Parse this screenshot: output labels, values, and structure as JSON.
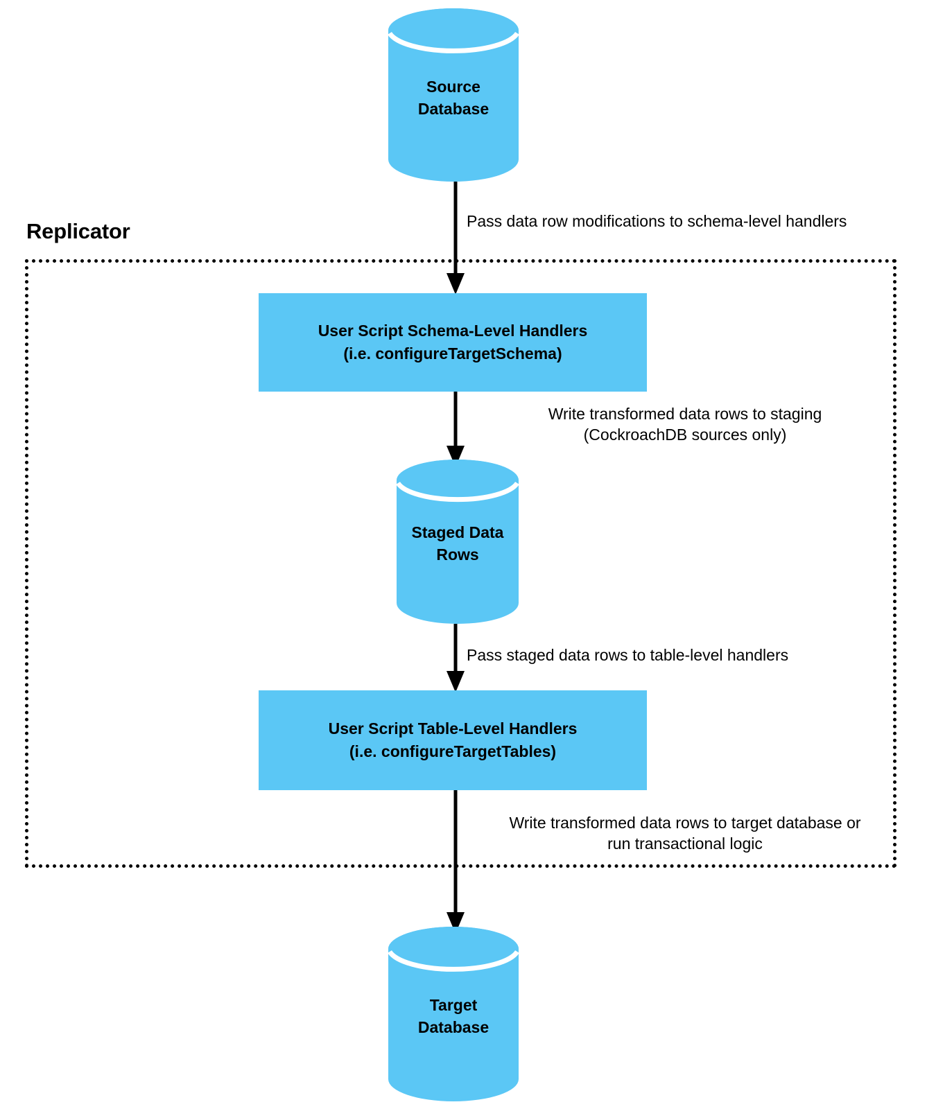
{
  "diagram": {
    "title": "Replicator",
    "accent_color": "#5bc7f5",
    "line_color": "#000000",
    "background_color": "#ffffff",
    "boundary": {
      "label": "Replicator",
      "style": "dotted"
    },
    "nodes": [
      {
        "id": "source-database",
        "type": "cylinder",
        "label": "Source\nDatabase"
      },
      {
        "id": "schema-level-handlers",
        "type": "process",
        "label": "User Script Schema-Level Handlers\n(i.e. configureTargetSchema)"
      },
      {
        "id": "staged-data-rows",
        "type": "cylinder",
        "label": "Staged Data\nRows"
      },
      {
        "id": "table-level-handlers",
        "type": "process",
        "label": "User Script Table-Level Handlers\n(i.e. configureTargetTables)"
      },
      {
        "id": "target-database",
        "type": "cylinder",
        "label": "Target\nDatabase"
      }
    ],
    "edges": [
      {
        "id": "edge-source-to-schema-handlers",
        "from": "source-database",
        "to": "schema-level-handlers",
        "label": "Pass data row modifications to schema-level handlers"
      },
      {
        "id": "edge-schema-handlers-to-staging",
        "from": "schema-level-handlers",
        "to": "staged-data-rows",
        "label": "Write transformed data rows to staging\n(CockroachDB sources only)"
      },
      {
        "id": "edge-staging-to-table-handlers",
        "from": "staged-data-rows",
        "to": "table-level-handlers",
        "label": "Pass staged data rows to table-level handlers"
      },
      {
        "id": "edge-table-handlers-to-target",
        "from": "table-level-handlers",
        "to": "target-database",
        "label": "Write transformed data rows to target database or\nrun transactional logic"
      }
    ]
  }
}
